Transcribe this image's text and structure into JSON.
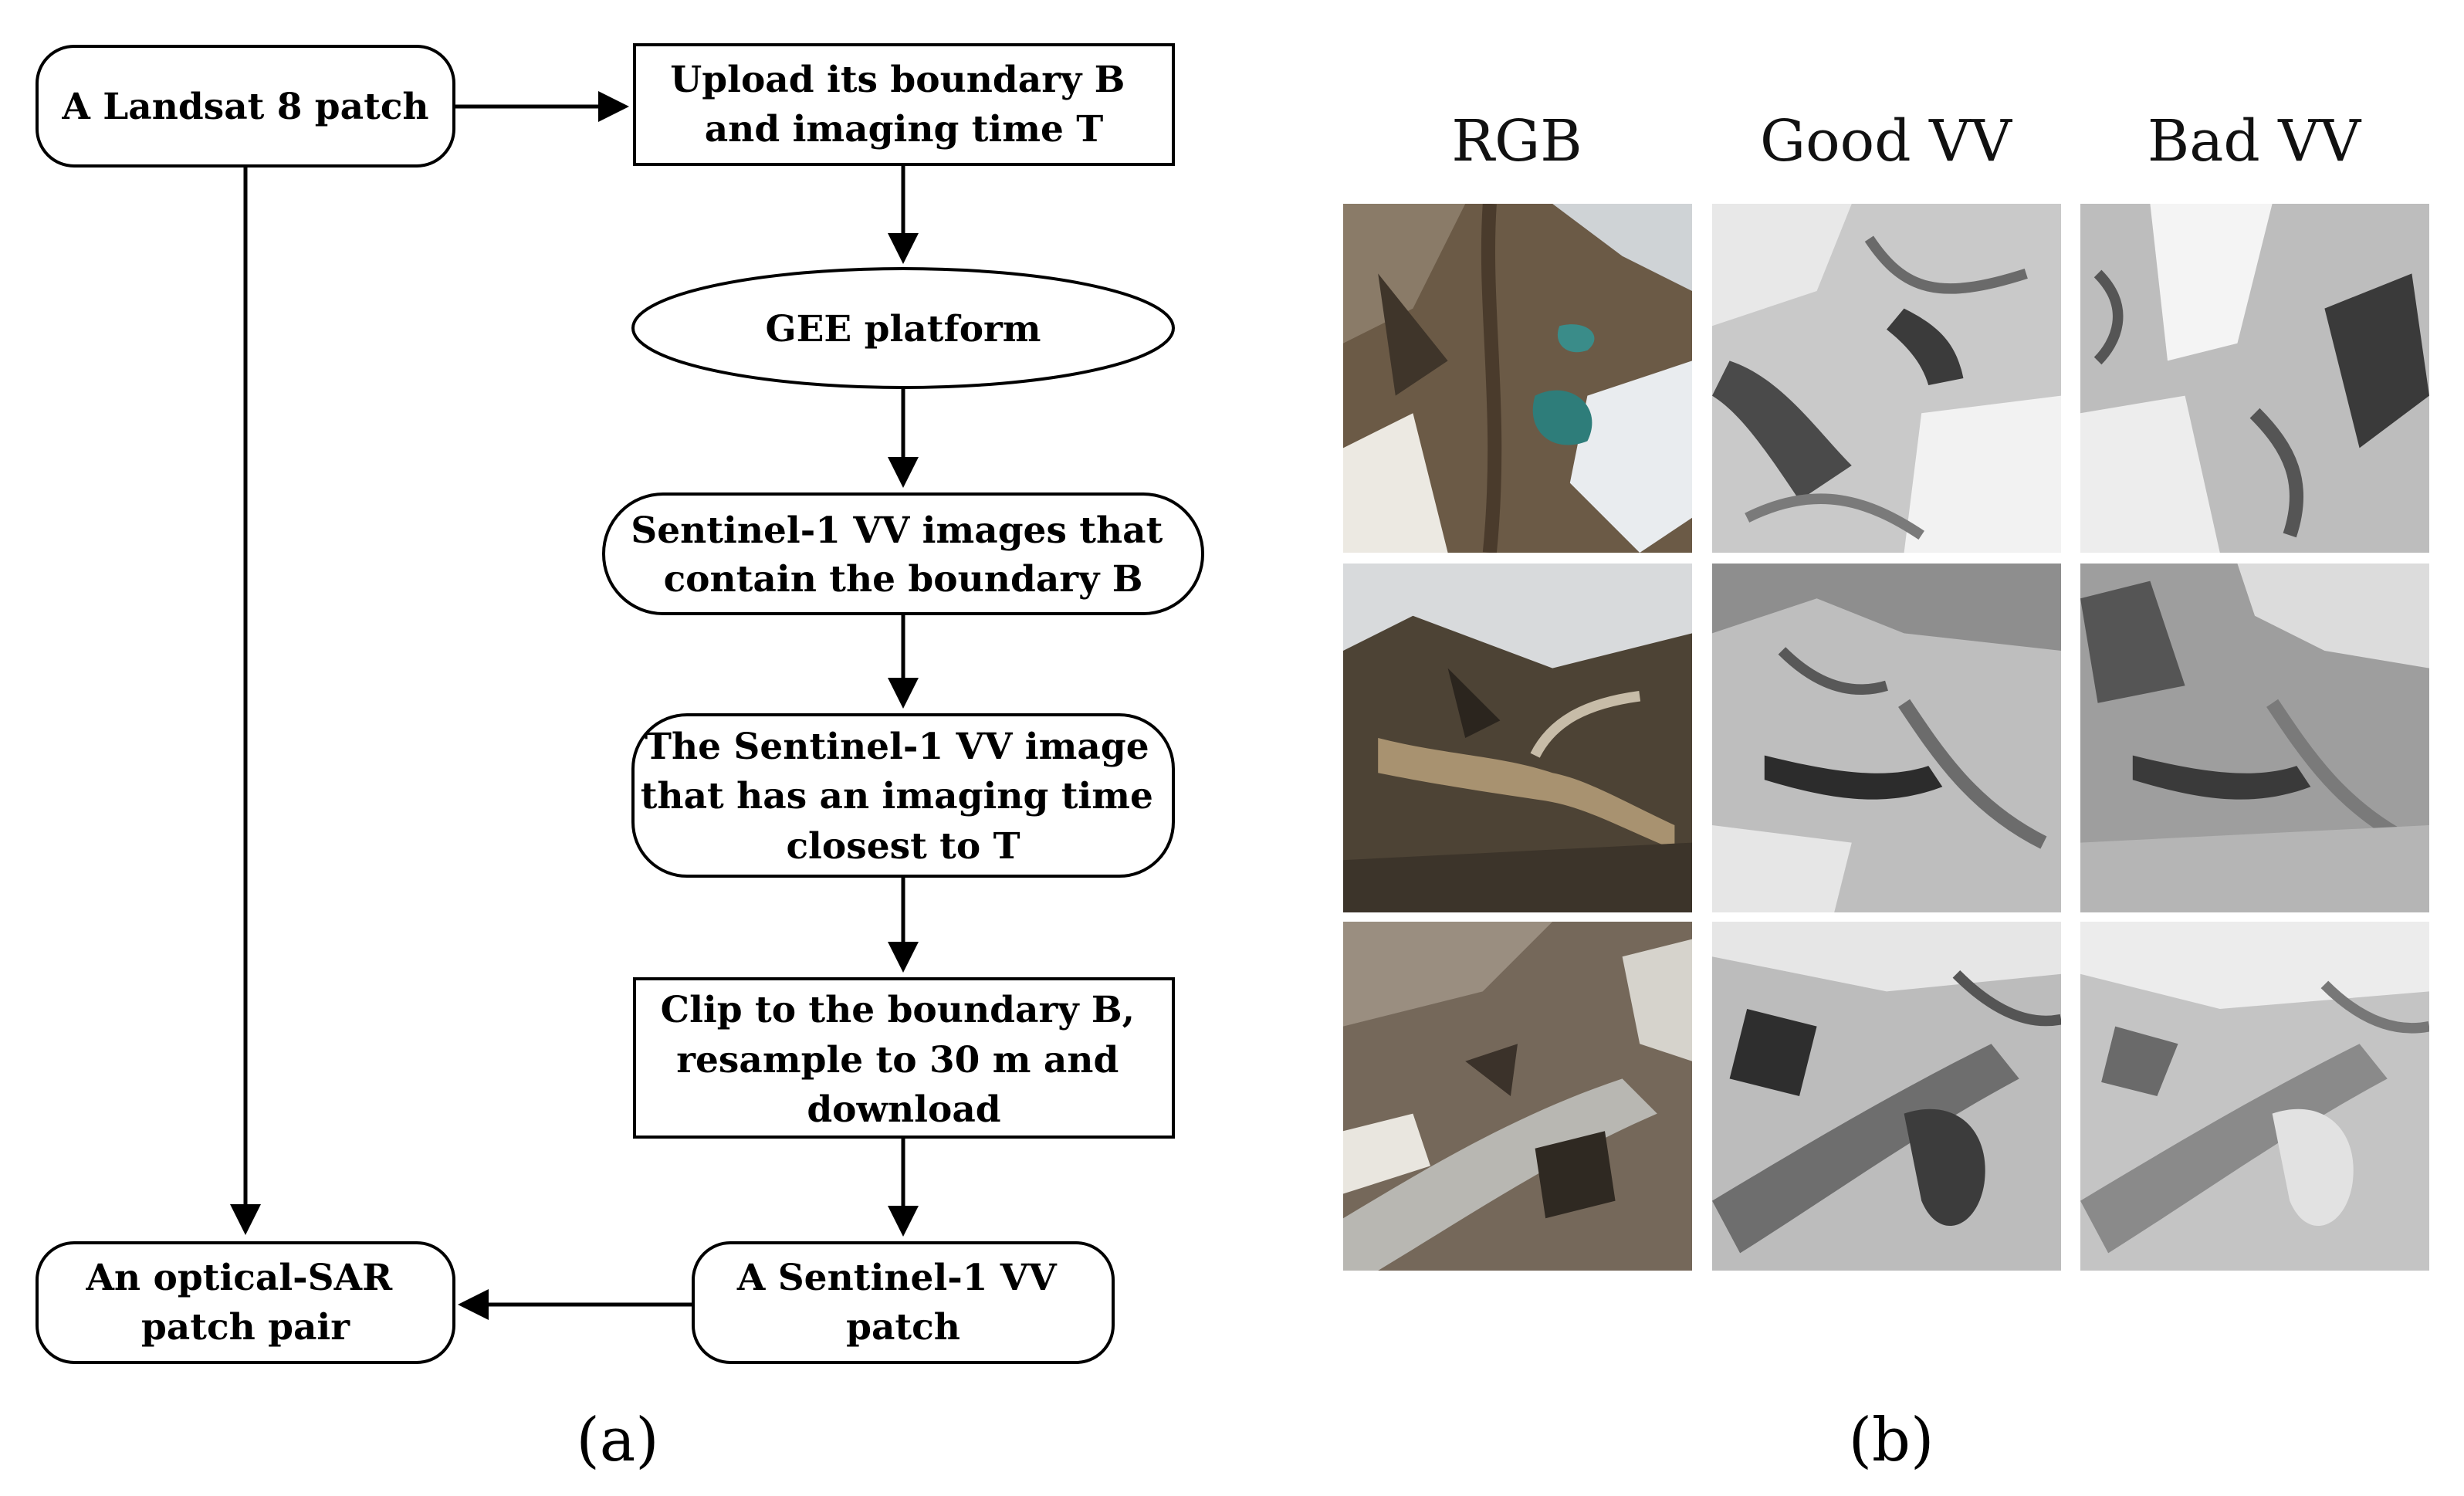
{
  "figure_a": {
    "caption": "(a)",
    "nodes": {
      "landsat": [
        "A Landsat 8 patch"
      ],
      "upload": [
        "Upload its boundary B",
        "and  imaging time T"
      ],
      "gee": [
        "GEE platform"
      ],
      "s1_images": [
        "Sentinel-1 VV images that",
        "contain  the boundary B"
      ],
      "s1_closest": [
        "The Sentinel-1 VV image",
        "that has an imaging time",
        "closest to T"
      ],
      "clip": [
        "Clip to the boundary B,",
        "resample to 30 m and",
        "download"
      ],
      "s1_patch": [
        "A Sentinel-1 VV",
        "patch"
      ],
      "pair": [
        "An optical-SAR",
        "patch pair"
      ]
    }
  },
  "figure_b": {
    "caption": "(b)",
    "columns": [
      "RGB",
      "Good VV",
      "Bad VV"
    ],
    "rows": 3
  }
}
